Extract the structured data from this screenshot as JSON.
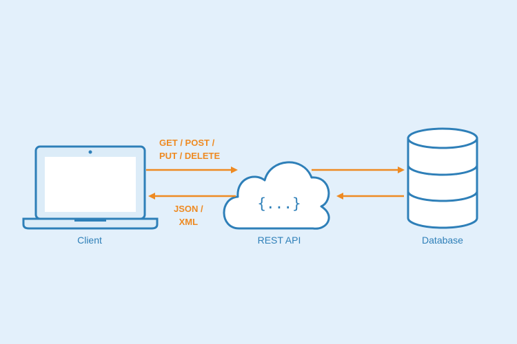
{
  "labels": {
    "client": "Client",
    "api": "REST API",
    "database": "Database"
  },
  "api_symbol": "{...}",
  "request": {
    "line1": "GET / POST /",
    "line2": "PUT / DELETE"
  },
  "response": {
    "line1": "JSON /",
    "line2": "XML"
  },
  "colors": {
    "background": "#e3f0fb",
    "outline": "#2e7fb8",
    "fill": "#ffffff",
    "accent": "#ee8a22"
  },
  "icons": {
    "client": "laptop-icon",
    "api": "cloud-icon",
    "database": "database-icon"
  }
}
